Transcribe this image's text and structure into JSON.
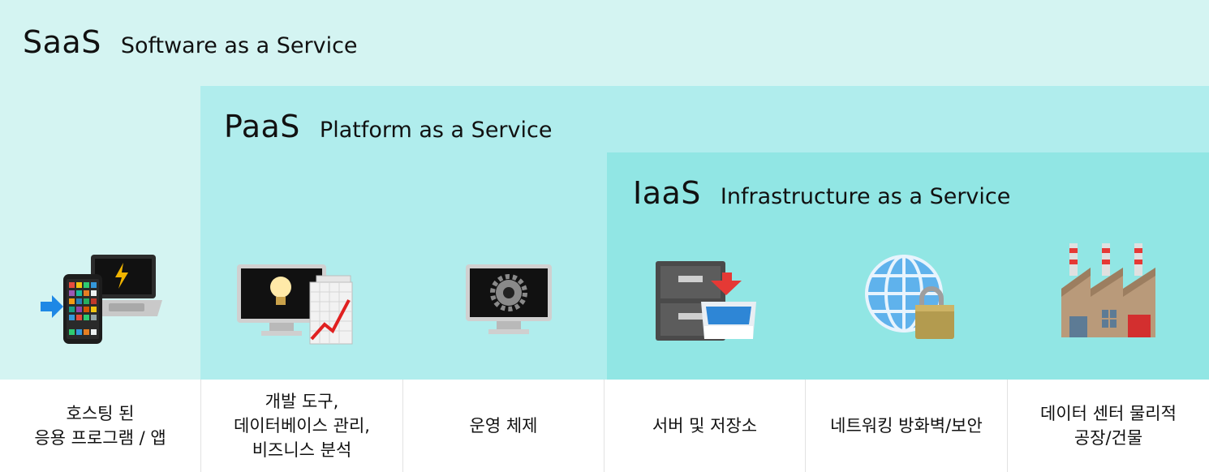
{
  "layers": {
    "saas": {
      "abbr": "SaaS",
      "full": "Software as a Service",
      "color": "#d4f4f2"
    },
    "paas": {
      "abbr": "PaaS",
      "full": "Platform as a Service",
      "color": "#b0eded"
    },
    "iaas": {
      "abbr": "IaaS",
      "full": "Infrastructure as a Service",
      "color": "#91e6e4"
    }
  },
  "columns": [
    {
      "label": "호스팅 된\n응용 프로그램 / 앱",
      "icon": "devices-icon"
    },
    {
      "label": "개발 도구,\n데이터베이스 관리,\n비즈니스 분석",
      "icon": "dev-tools-icon"
    },
    {
      "label": "운영 체제",
      "icon": "os-settings-icon"
    },
    {
      "label": "서버 및 저장소",
      "icon": "server-storage-icon"
    },
    {
      "label": "네트워킹 방화벽/보안",
      "icon": "network-security-icon"
    },
    {
      "label": "데이터 센터 물리적\n공장/건물",
      "icon": "factory-icon"
    }
  ]
}
